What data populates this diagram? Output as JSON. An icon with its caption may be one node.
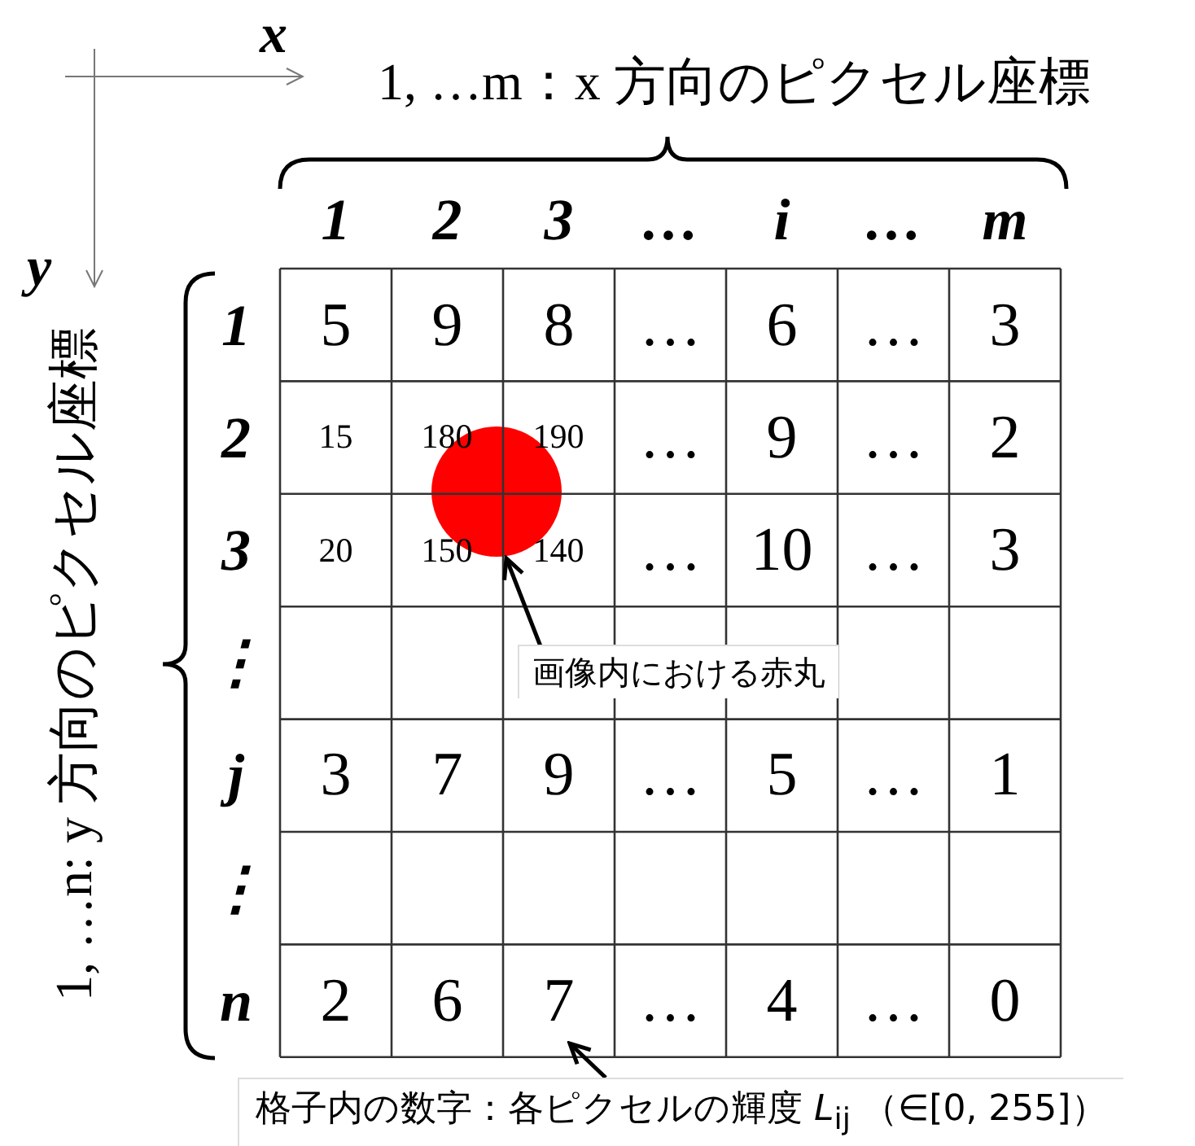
{
  "diagram": {
    "nodes": [
      {
        "text": [],
        "shape": "circle"
      },
      {
        "text": [
          "画像内における赤丸"
        ]
      },
      {
        "text": [
          "7"
        ]
      },
      {
        "text": [
          "格子内の数字：各ピクセルの輝度 *L*$_{ij}$ （∈[0, 255]）"
        ]
      }
    ],
    "edges": [
      {
        "from": 1,
        "to": 0,
        "arrow": "to"
      },
      {
        "from": 3,
        "to": 2,
        "arrow": "to"
      }
    ],
    "labels": [
      "x",
      "1, …m：x 方向のピクセル座標",
      "y",
      "1, …n: y 方向のピクセル座標",
      "1",
      "2",
      "3",
      "…",
      "i",
      "…",
      "m",
      "1",
      "5",
      "9",
      "8",
      "…",
      "6",
      "…",
      "3",
      "2",
      "15",
      "180",
      "190",
      "…",
      "9",
      "…",
      "2",
      "3",
      "20",
      "150",
      "140",
      "…",
      "10",
      "…",
      "3",
      "⋮",
      "j",
      "3",
      "7",
      "9",
      "…",
      "5",
      "…",
      "1",
      "⋮",
      "n",
      "2",
      "6",
      "…",
      "4",
      "…",
      "0"
    ]
  }
}
